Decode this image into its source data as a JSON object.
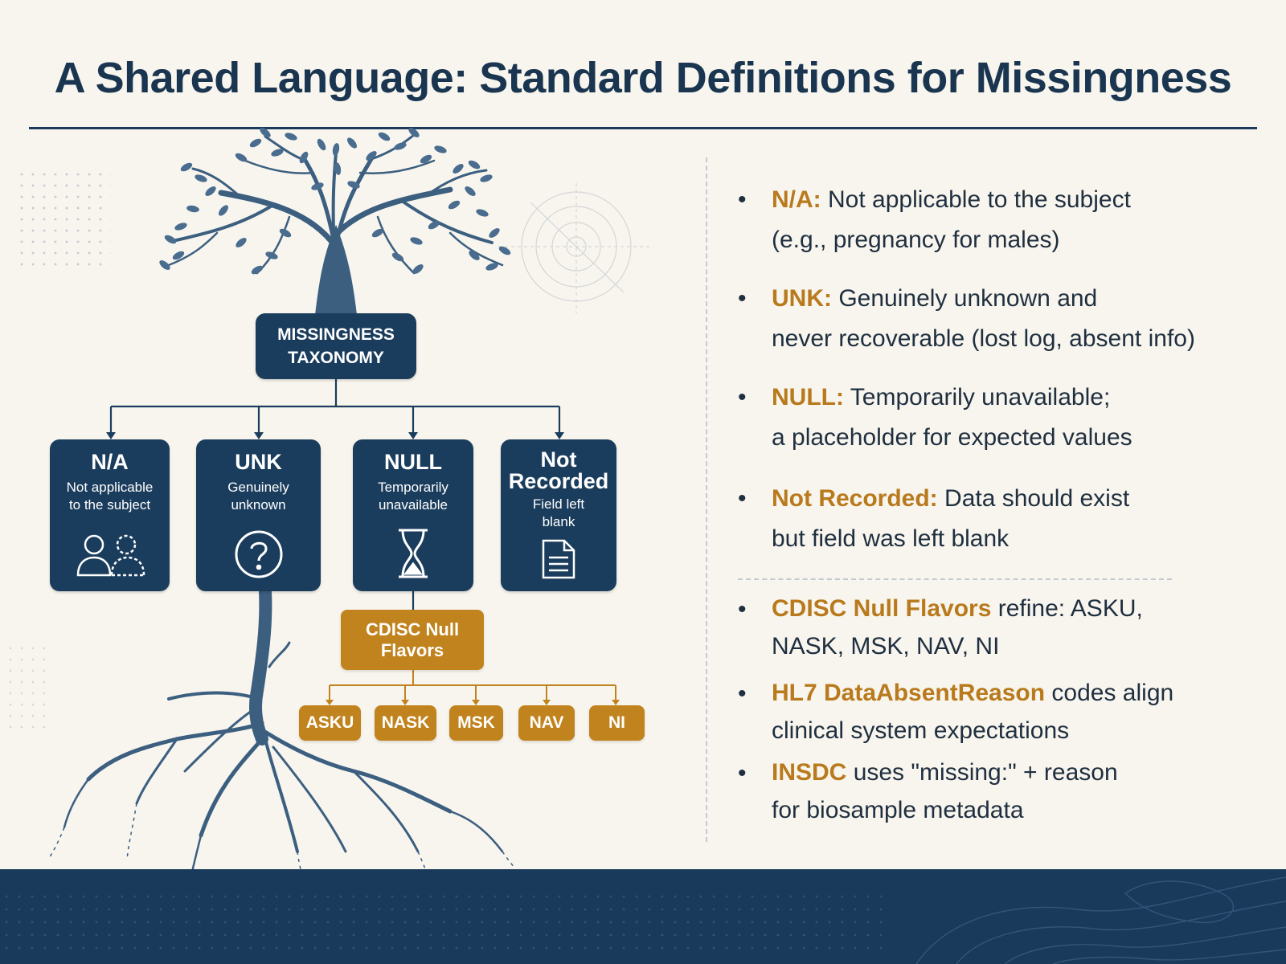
{
  "title": "A Shared Language: Standard Definitions for Missingness",
  "diagram": {
    "root": {
      "line1": "MISSINGNESS",
      "line2": "TAXONOMY"
    },
    "categories": [
      {
        "title": "N/A",
        "desc1": "Not applicable",
        "desc2": "to the subject",
        "icon": "users-icon"
      },
      {
        "title": "UNK",
        "desc1": "Genuinely",
        "desc2": "unknown",
        "icon": "question-circle-icon"
      },
      {
        "title": "NULL",
        "desc1": "Temporarily",
        "desc2": "unavailable",
        "icon": "hourglass-icon"
      },
      {
        "title1": "Not",
        "title2": "Recorded",
        "desc1": "Field left",
        "desc2": "blank",
        "icon": "document-icon"
      }
    ],
    "cdisc": {
      "line1": "CDISC Null",
      "line2": "Flavors"
    },
    "flavors": [
      "ASKU",
      "NASK",
      "MSK",
      "NAV",
      "NI"
    ]
  },
  "bullets": [
    {
      "term": "N/A:",
      "line1": "Not applicable to the subject",
      "line2": "(e.g., pregnancy for males)"
    },
    {
      "term": "UNK:",
      "line1": "Genuinely unknown and",
      "line2": "never recoverable (lost log, absent info)"
    },
    {
      "term": "NULL:",
      "line1": "Temporarily unavailable;",
      "line2": "a placeholder for expected values"
    },
    {
      "term": "Not Recorded:",
      "line1": "Data should exist",
      "line2": "but field was left blank"
    },
    {
      "term": "CDISC Null Flavors",
      "line1": "refine: ASKU,",
      "line2": "NASK, MSK, NAV, NI"
    },
    {
      "term": "HL7 DataAbsentReason",
      "line1": "codes align",
      "line2": "clinical system expectations"
    },
    {
      "term": "INSDC",
      "line1": "uses \"missing:\" + reason",
      "line2": "for biosample metadata"
    }
  ],
  "colors": {
    "navy": "#1b3d5d",
    "gold": "#c1831d",
    "background": "#f8f5ee",
    "tree": "#3c5f80"
  }
}
